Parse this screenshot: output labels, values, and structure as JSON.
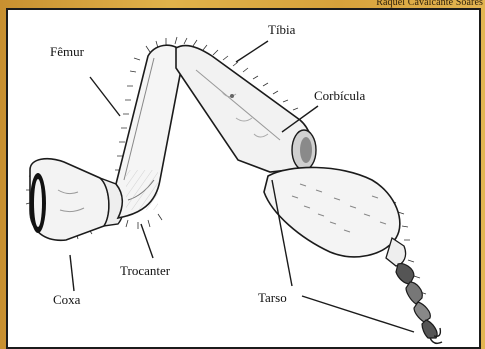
{
  "credit": "Raquel Cavalcante Soares",
  "labels": {
    "femur": "Fêmur",
    "tibia": "Tíbia",
    "corbicula": "Corbícula",
    "coxa": "Coxa",
    "trocanter": "Trocanter",
    "tarso": "Tarso"
  },
  "colors": {
    "background": "#d8a437",
    "panel": "#ffffff",
    "ink": "#1b1b1b"
  }
}
